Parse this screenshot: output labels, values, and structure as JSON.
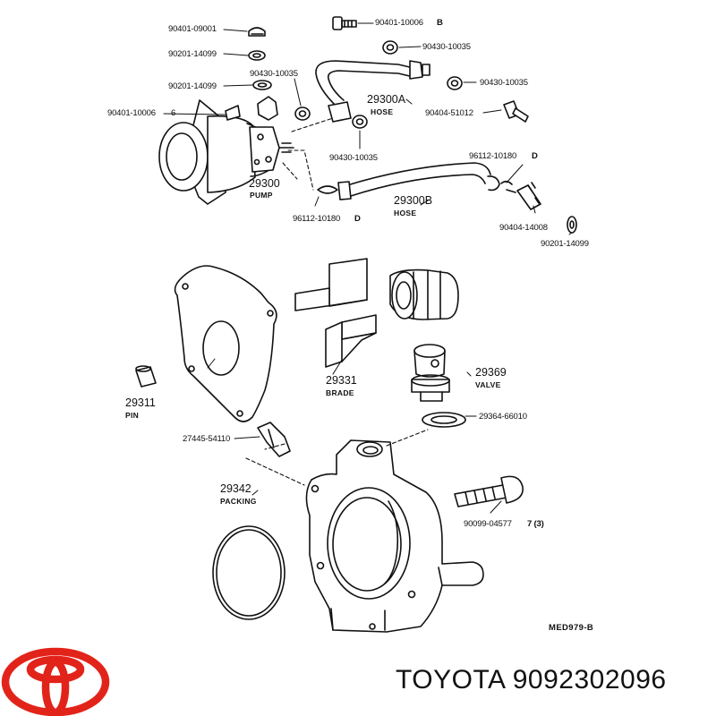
{
  "labels": {
    "p9040109001": "90401-09001",
    "p9020114099a": "90201-14099",
    "p9043010035a": "90430-10035",
    "p9020114099b": "90201-14099",
    "p9040110006left": "90401-10006",
    "p9040110006top": "90401-10006",
    "p9043010035top": "90430-10035",
    "p9043010035right": "90430-10035",
    "p9040451012": "90404-51012",
    "p9043010035mid": "90430-10035",
    "p9611210180right": "96112-10180",
    "p9611210180left": "96112-10180",
    "p9040414008": "90404-14008",
    "p9020114099c": "90201-14099",
    "p2744554110": "27445-54110",
    "p2936466010": "29364-66010",
    "p9009904577": "90099-04577",
    "qty_6": "6",
    "qty_b": "B",
    "qty_d1": "D",
    "qty_d2": "D",
    "qty_7": "7 (3)"
  },
  "parts": {
    "hose_a_num": "29300A",
    "hose_a_name": "HOSE",
    "pump_num": "29300",
    "pump_name": "PUMP",
    "hose_b_num": "29300B",
    "hose_b_name": "HOSE",
    "blade_num": "29331",
    "blade_name": "BRADE",
    "valve_num": "29369",
    "valve_name": "VALVE",
    "pin_num": "29311",
    "pin_name": "PIN",
    "packing_num": "29342",
    "packing_name": "PACKING"
  },
  "diagram_ref": "MED979-B",
  "brand": {
    "text": "TOYOTA 9092302096",
    "logo_color": "#e2231a"
  }
}
